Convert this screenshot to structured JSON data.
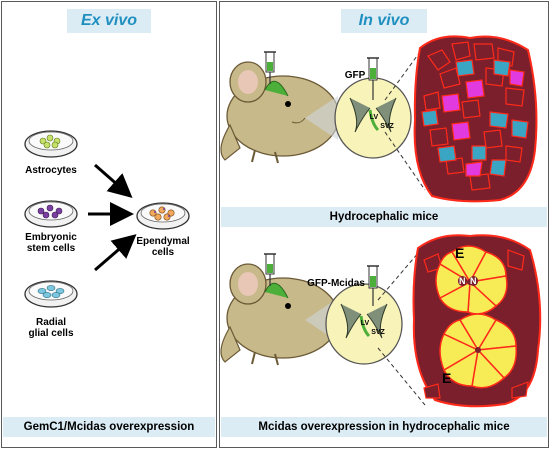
{
  "left": {
    "title": "Ex vivo",
    "sources": [
      {
        "label": "Astrocytes"
      },
      {
        "label": "Embryonic\nstem cells"
      },
      {
        "label": "Radial\nglial cells"
      }
    ],
    "target": {
      "label": "Ependymal\ncells"
    },
    "footer": "GemC1/Mcidas overexpression"
  },
  "right": {
    "title": "In vivo",
    "top": {
      "injection_label": "GFP",
      "lv_label": "LV",
      "svz_label": "SVZ",
      "caption": "Hydrocephalic mice"
    },
    "bottom": {
      "injection_label": "GFP-Mcidas",
      "lv_label": "LV",
      "svz_label": "SVZ",
      "cell_labels": {
        "e": "E",
        "n": "N"
      }
    },
    "footer": "Mcidas overexpression in hydrocephalic mice"
  },
  "colors": {
    "title_text": "#1f8fc0",
    "bar_bg": "#dcecf5",
    "cell_dark": "#7a1f2b",
    "cell_border": "#ff2a1a",
    "gfp_cyan": "#3aa6c4",
    "magenta": "#e13be0",
    "ependymal_yellow": "#f7ec55",
    "mouse_fur": "#c8b98a",
    "brain_yellow": "#f8f3b8",
    "gfp_green": "#4caf3a"
  }
}
